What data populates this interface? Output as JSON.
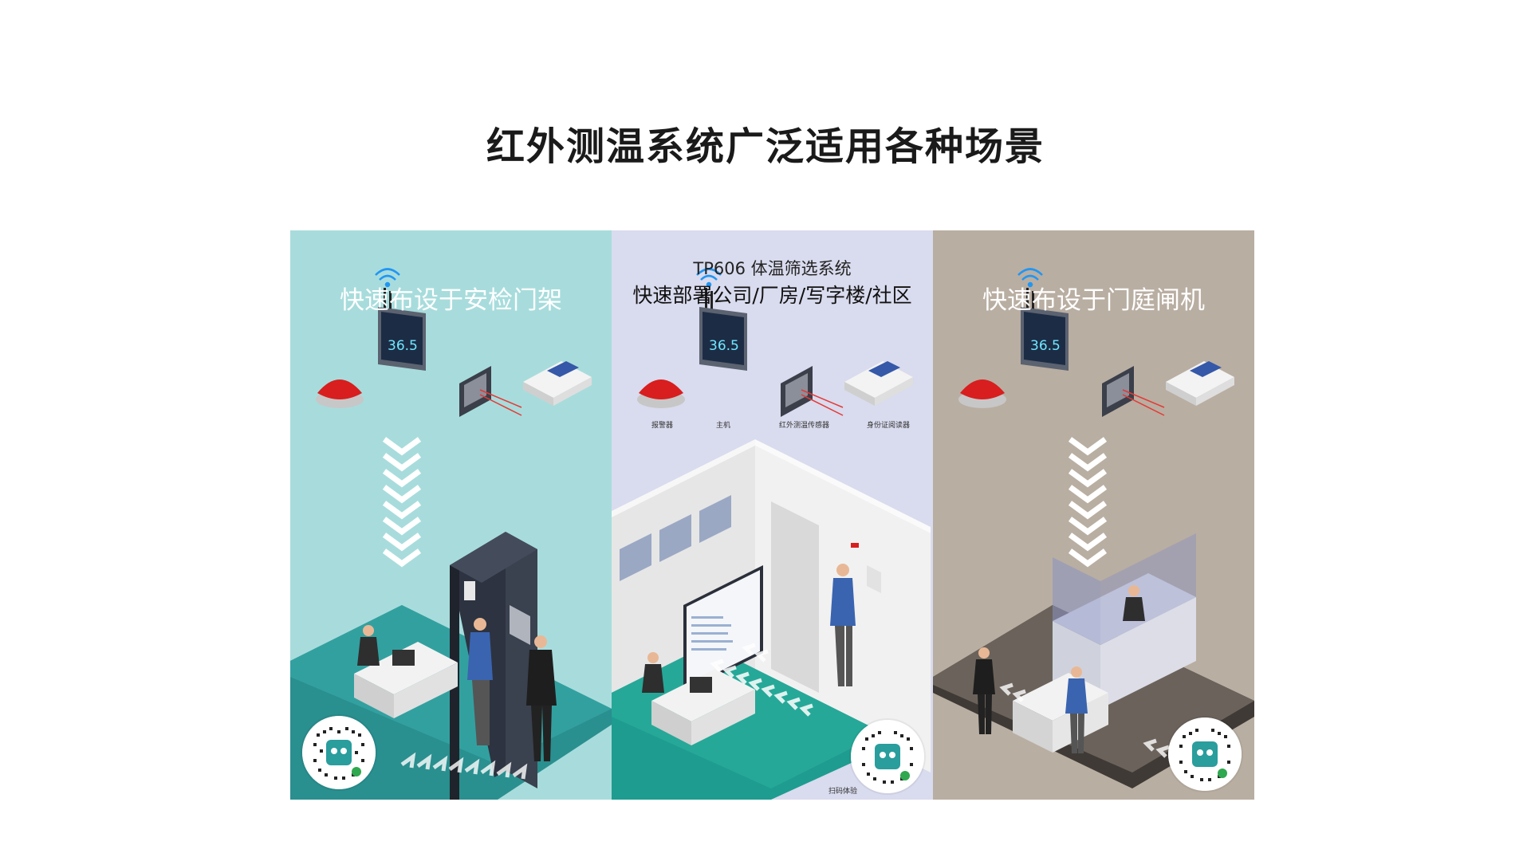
{
  "page": {
    "title": "红外测温系统广泛适用各种场景"
  },
  "panels": [
    {
      "id": "security-gate",
      "title": "快速布设于安检门架",
      "background": "#a8dcdc"
    },
    {
      "id": "office",
      "subtitle": "TP606 体温筛选系统",
      "title": "快速部署公司/厂房/写字楼/社区",
      "background": "#d9dbee",
      "device_labels": [
        "报警器",
        "主机",
        "红外测温传感器",
        "身份证阅读器"
      ],
      "scan_label": "扫码体验"
    },
    {
      "id": "gate-turnstile",
      "title": "快速布设于门庭闸机",
      "background": "#b9aea2"
    }
  ],
  "device": {
    "temperature": "36.5"
  },
  "colors": {
    "teal_floor": "#2a8f8f",
    "alarm_red": "#d81e1e",
    "screen": "#1d2c45"
  },
  "icons": [
    "alarm-icon",
    "host-monitor-icon",
    "ir-sensor-icon",
    "id-reader-icon",
    "wifi-icon",
    "chevron-down-icon",
    "qr-code-icon"
  ]
}
